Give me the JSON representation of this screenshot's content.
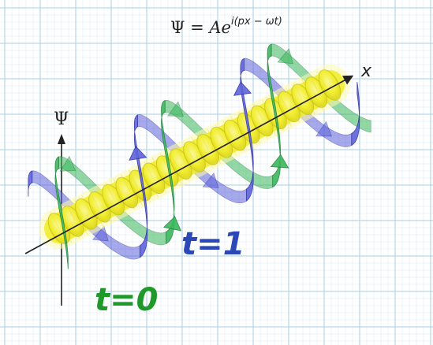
{
  "formula": {
    "psi": "Ψ",
    "equals": " = ",
    "amplitude": "Ae",
    "exponent": "i(px − ωt)"
  },
  "axis_x_label": "x",
  "axis_psi_label": "Ψ",
  "time_labels": {
    "t0": "t=0",
    "t1": "t=1"
  },
  "colors": {
    "grid": "#a9cfe3",
    "grid_bold": "#8fbdd6",
    "wave_t0": "#3bb85c",
    "wave_t0_dark": "#1e7f3a",
    "wave_t1": "#5f63d9",
    "wave_t1_dark": "#2e2fa8",
    "beam_fill": "#f2ee2e",
    "beam_edge": "#c9c21a",
    "label_t0": "#1f9a2a",
    "label_t1": "#2c48b8",
    "axis": "#222222"
  }
}
